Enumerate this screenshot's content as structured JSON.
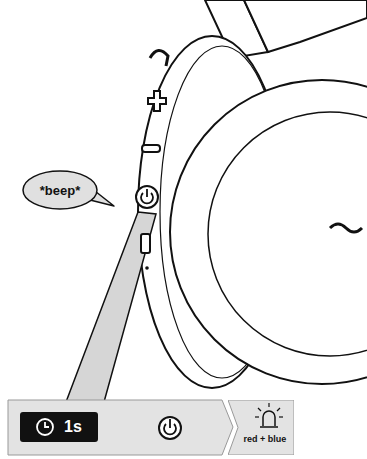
{
  "diagram": {
    "nodes": [
      {
        "text": [
          "*beep*"
        ]
      },
      {
        "text": [
          "1s"
        ]
      },
      {
        "text": [
          "red + blue"
        ]
      }
    ]
  }
}
